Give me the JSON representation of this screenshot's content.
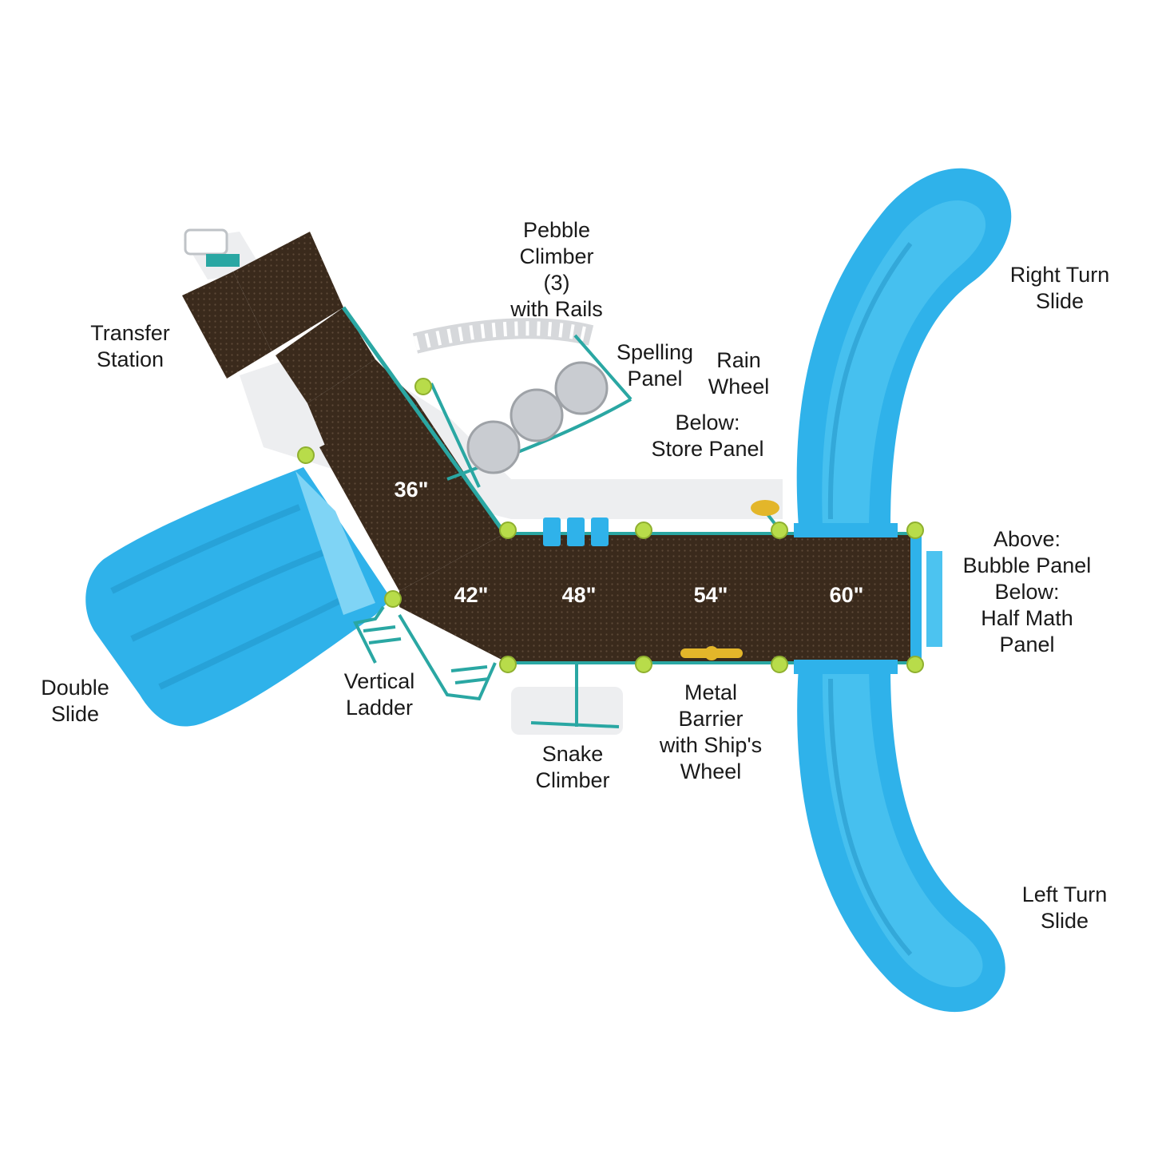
{
  "colors": {
    "slide": "#2fb2ea",
    "slide_dark": "#1f8fc4",
    "slide_light": "#7fd4f5",
    "deck": "#3a2a1c",
    "deck_dot": "#6a5440",
    "frame": "#2aa7a3",
    "clamp": "#b8dc4a",
    "wheel": "#e3b62a",
    "climber": "#c9ccd1"
  },
  "decks": [
    {
      "label": "36\""
    },
    {
      "label": "42\""
    },
    {
      "label": "48\""
    },
    {
      "label": "54\""
    },
    {
      "label": "60\""
    }
  ],
  "labels": {
    "transfer_station": [
      "Transfer",
      "Station"
    ],
    "pebble_climber": [
      "Pebble",
      "Climber",
      "(3)",
      "with Rails"
    ],
    "spelling_panel": [
      "Spelling",
      "Panel"
    ],
    "rain_wheel": [
      "Rain",
      "Wheel"
    ],
    "store_panel": [
      "Below:",
      "Store Panel"
    ],
    "right_turn_slide": [
      "Right Turn",
      "Slide"
    ],
    "bubble_panel": [
      "Above:",
      "Bubble Panel",
      "Below:",
      "Half Math",
      "Panel"
    ],
    "double_slide": [
      "Double",
      "Slide"
    ],
    "vertical_ladder": [
      "Vertical",
      "Ladder"
    ],
    "snake_climber": [
      "Snake",
      "Climber"
    ],
    "metal_barrier": [
      "Metal",
      "Barrier",
      "with Ship's",
      "Wheel"
    ],
    "left_turn_slide": [
      "Left Turn",
      "Slide"
    ]
  }
}
